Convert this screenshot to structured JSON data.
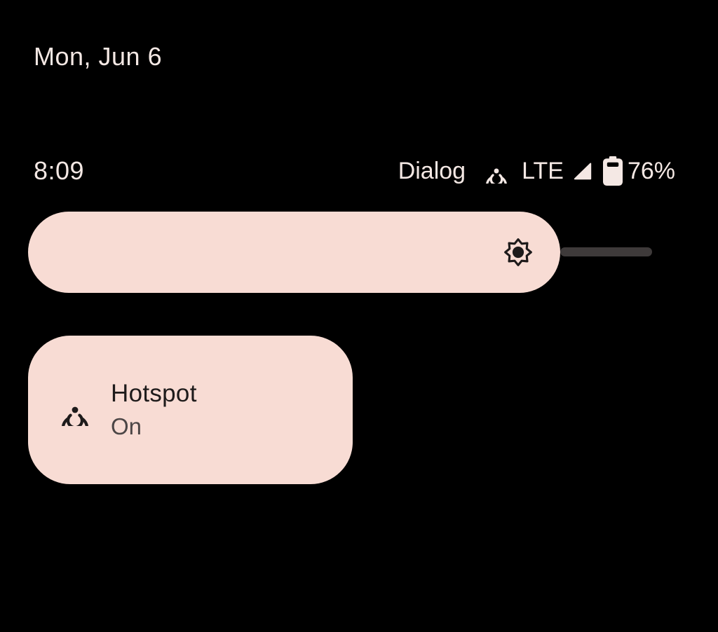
{
  "colors": {
    "background": "#000000",
    "status_text": "#f4e8e4",
    "accent_pink": "#f8dcd4",
    "on_accent": "#1e1b1b",
    "on_accent_subtitle": "#4c4646",
    "slider_track": "#3e3a3a"
  },
  "shade": {
    "date": "Mon, Jun 6",
    "status_bar": {
      "clock": "8:09",
      "carrier": "Dialog",
      "network": "LTE",
      "battery_percent": "76%",
      "icons": [
        "hotspot-icon",
        "signal-full-icon",
        "battery-icon"
      ]
    },
    "brightness_slider": {
      "icon": "brightness-icon",
      "value_percent": 85
    },
    "tiles": [
      {
        "label": "Hotspot",
        "status": "On",
        "icon": "hotspot-icon",
        "active": true
      }
    ]
  }
}
